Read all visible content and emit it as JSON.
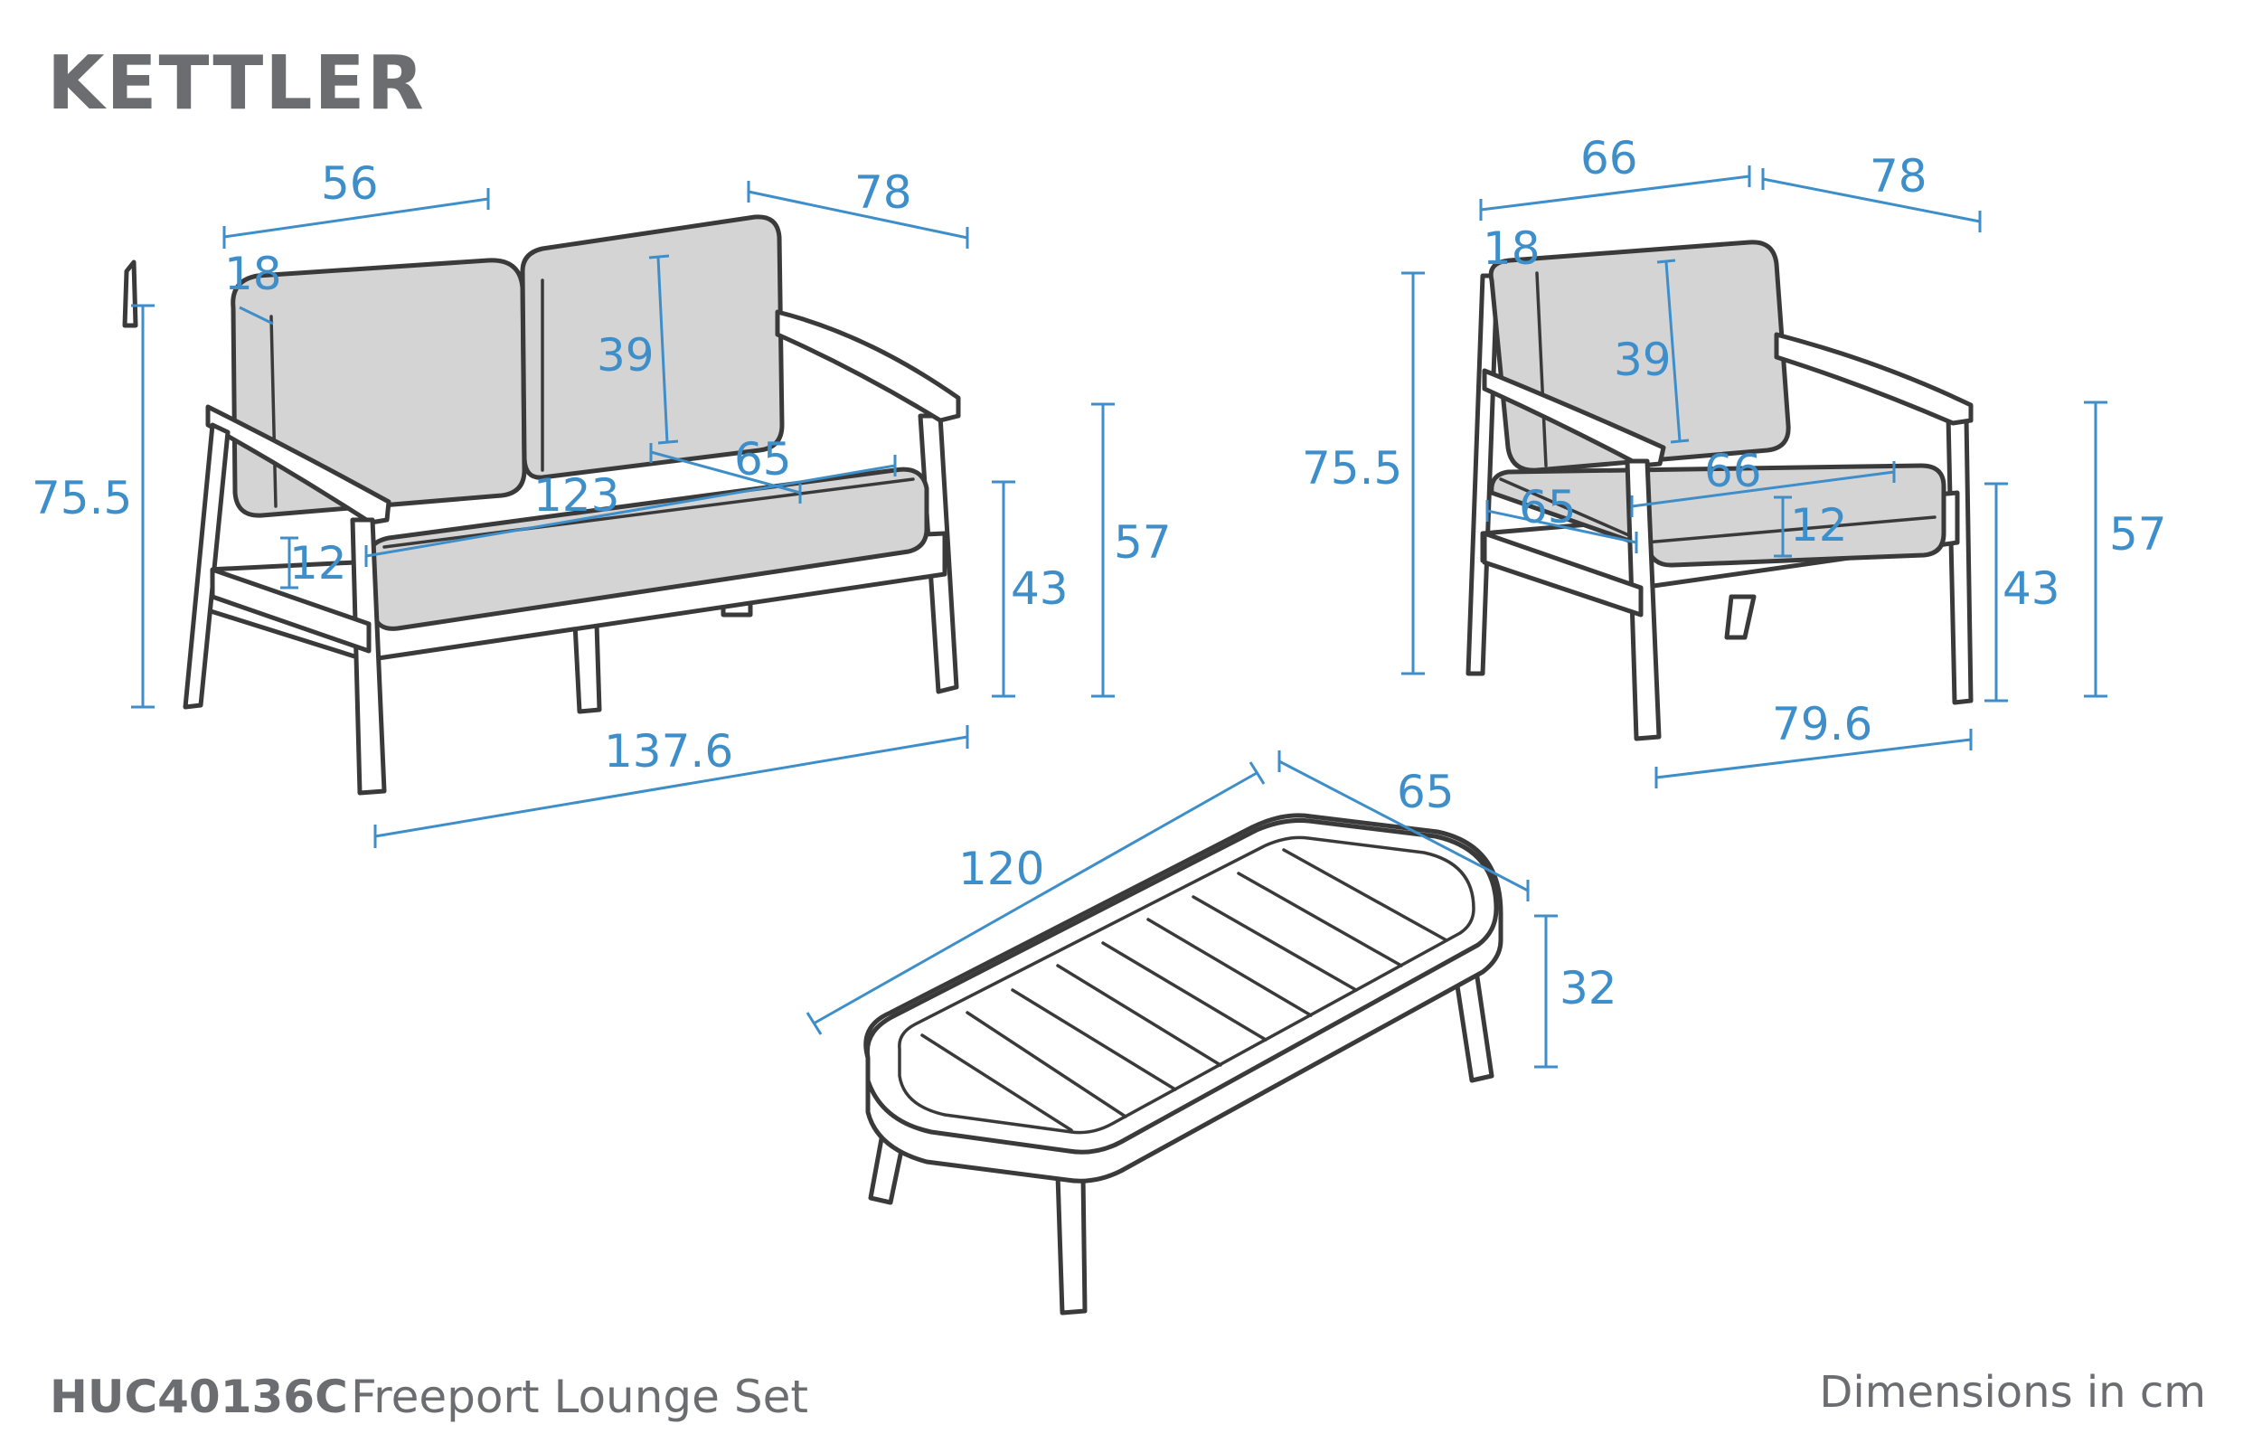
{
  "brand": "KETTLER",
  "footer": {
    "product_code": "HUC40136C",
    "product_name": "Freeport Lounge Set",
    "units_note": "Dimensions in cm"
  },
  "sofa": {
    "seat_width": "56",
    "seat_depth": "78",
    "back_thickness": "18",
    "back_height": "39",
    "seat_cushion_depth": "65",
    "seat_cushion_width": "123",
    "seat_cushion_thickness": "12",
    "total_height": "75.5",
    "arm_height": "57",
    "seat_height": "43",
    "total_width": "137.6"
  },
  "chair": {
    "seat_width": "66",
    "seat_depth": "78",
    "back_thickness": "18",
    "back_height": "39",
    "total_height": "75.5",
    "seat_cushion_depth": "65",
    "seat_cushion_width": "66",
    "seat_cushion_thickness": "12",
    "arm_height": "57",
    "seat_height": "43",
    "total_width": "79.6"
  },
  "table": {
    "length": "120",
    "width": "65",
    "height": "32"
  },
  "colors": {
    "dimension": "#3d8ec9",
    "outline": "#3a3a3a",
    "cushion": "#d4d4d4",
    "brand_gray": "#6b6d70"
  }
}
